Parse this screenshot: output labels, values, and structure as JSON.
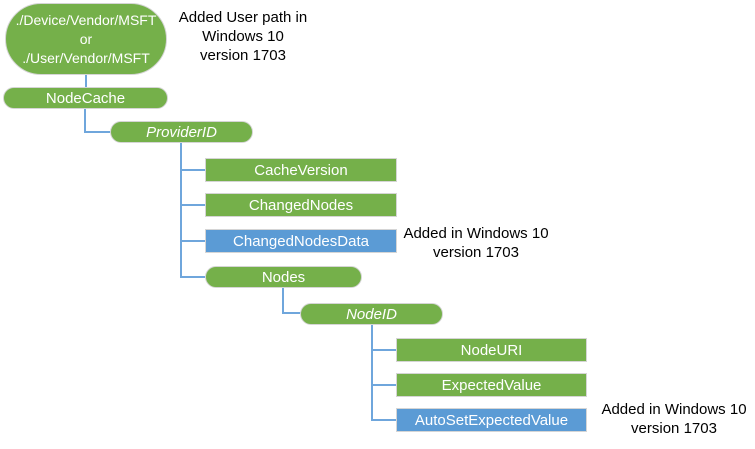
{
  "colors": {
    "background": "#ffffff",
    "node_green": "#75B04A",
    "node_blue": "#5B9BD5",
    "connector": "#6FA6DC",
    "shape_border": "#d5d5d5",
    "shape_text": "#ffffff",
    "annotation_text": "#000000"
  },
  "nodes": {
    "root": {
      "label": "./Device/Vendor/MSFT\nor\n./User/Vendor/MSFT"
    },
    "node_cache": {
      "label": "NodeCache"
    },
    "provider_id": {
      "label": "ProviderID"
    },
    "cache_version": {
      "label": "CacheVersion"
    },
    "changed_nodes": {
      "label": "ChangedNodes"
    },
    "changed_nodes_data": {
      "label": "ChangedNodesData"
    },
    "nodes": {
      "label": "Nodes"
    },
    "node_id": {
      "label": "NodeID"
    },
    "node_uri": {
      "label": "NodeURI"
    },
    "expected_value": {
      "label": "ExpectedValue"
    },
    "auto_set_expected_value": {
      "label": "AutoSetExpectedValue"
    }
  },
  "annotations": {
    "added_user_path": {
      "text": "Added User path in\nWindows 10\nversion 1703"
    },
    "changed_nodes_data_note": {
      "text": "Added in Windows 10\nversion 1703"
    },
    "auto_set_note": {
      "text": "Added in Windows 10\nversion 1703"
    }
  }
}
